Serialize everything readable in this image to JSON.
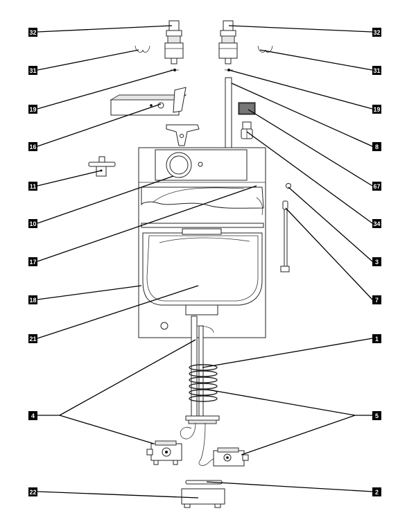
{
  "figure": {
    "callouts": [
      {
        "id": "32-left",
        "label": "32"
      },
      {
        "id": "32-right",
        "label": "32"
      },
      {
        "id": "31-left",
        "label": "31"
      },
      {
        "id": "31-right",
        "label": "31"
      },
      {
        "id": "19-left",
        "label": "19"
      },
      {
        "id": "19-right",
        "label": "19"
      },
      {
        "id": "16",
        "label": "16"
      },
      {
        "id": "8",
        "label": "8"
      },
      {
        "id": "11",
        "label": "11"
      },
      {
        "id": "67",
        "label": "67"
      },
      {
        "id": "10",
        "label": "10"
      },
      {
        "id": "34",
        "label": "34"
      },
      {
        "id": "17",
        "label": "17"
      },
      {
        "id": "3",
        "label": "3"
      },
      {
        "id": "18",
        "label": "18"
      },
      {
        "id": "7",
        "label": "7"
      },
      {
        "id": "21",
        "label": "21"
      },
      {
        "id": "1",
        "label": "1"
      },
      {
        "id": "4",
        "label": "4"
      },
      {
        "id": "5",
        "label": "5"
      },
      {
        "id": "22",
        "label": "22"
      },
      {
        "id": "2",
        "label": "2"
      }
    ]
  }
}
